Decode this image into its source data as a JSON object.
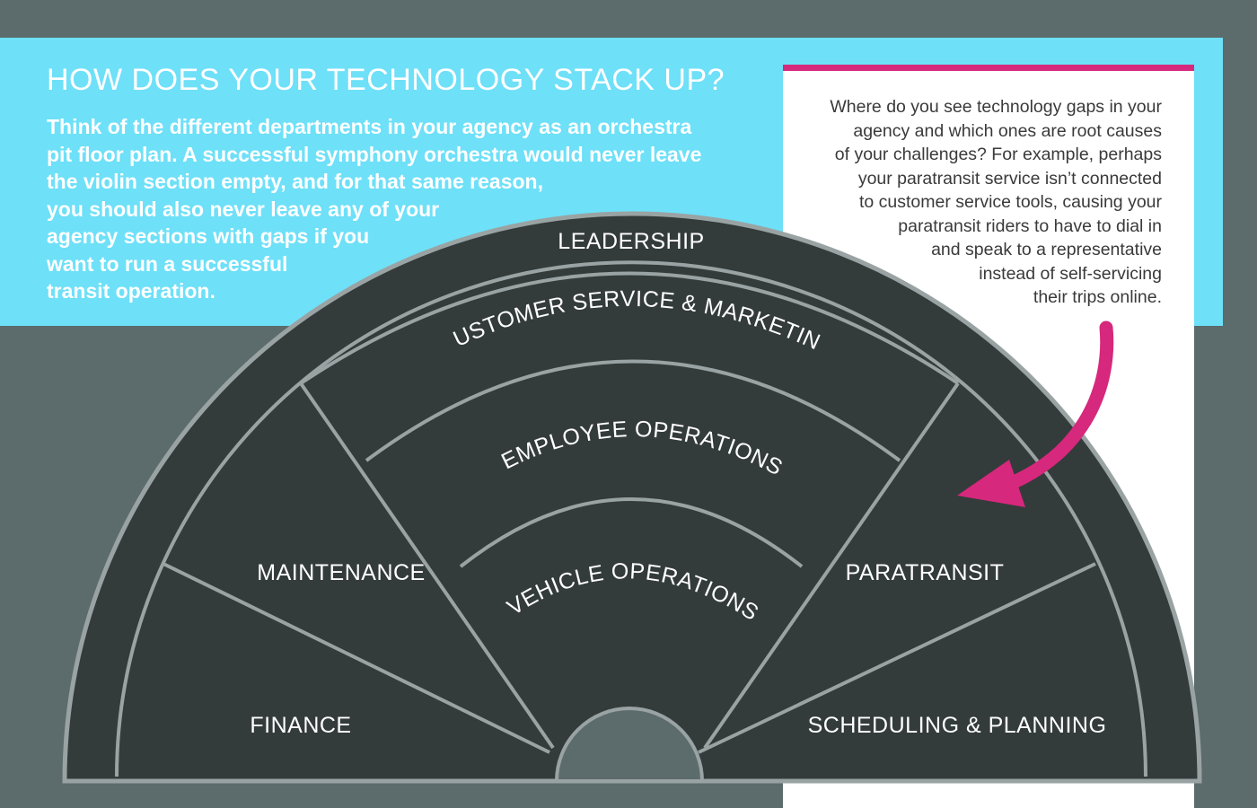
{
  "heading": {
    "title": "HOW DOES YOUR TECHNOLOGY STACK UP?",
    "intro_lines": [
      "Think of the different departments in your agency as an orchestra",
      "pit floor plan. A successful symphony orchestra would never leave",
      "the violin section empty, and for that same reason,",
      "you should also never leave any of your",
      "agency sections with gaps if you",
      "want to run a successful",
      "transit operation."
    ]
  },
  "callout": {
    "lines": [
      "Where do you see technology gaps in your",
      "agency and which ones are root causes",
      "of your challenges? For example, perhaps",
      "your paratransit service isn’t connected",
      "to customer service tools, causing your",
      "paratransit riders to have to dial in",
      "and speak to a representative",
      "instead of self-servicing",
      "their trips online."
    ]
  },
  "sections": {
    "leadership": "LEADERSHIP",
    "customer_service": "CUSTOMER SERVICE & MARKETING",
    "employee_operations": "EMPLOYEE OPERATIONS",
    "vehicle_operations": "VEHICLE OPERATIONS",
    "maintenance": "MAINTENANCE",
    "paratransit": "PARATRANSIT",
    "finance": "FINANCE",
    "scheduling": "SCHEDULING & PLANNING"
  },
  "colors": {
    "banner": "#6ee0f8",
    "background": "#5c6b6b",
    "section_fill": "#343b3b",
    "divider": "#9aa3a3",
    "accent": "#d6287c"
  },
  "icons": {
    "arrow": "curved-arrow-icon"
  }
}
